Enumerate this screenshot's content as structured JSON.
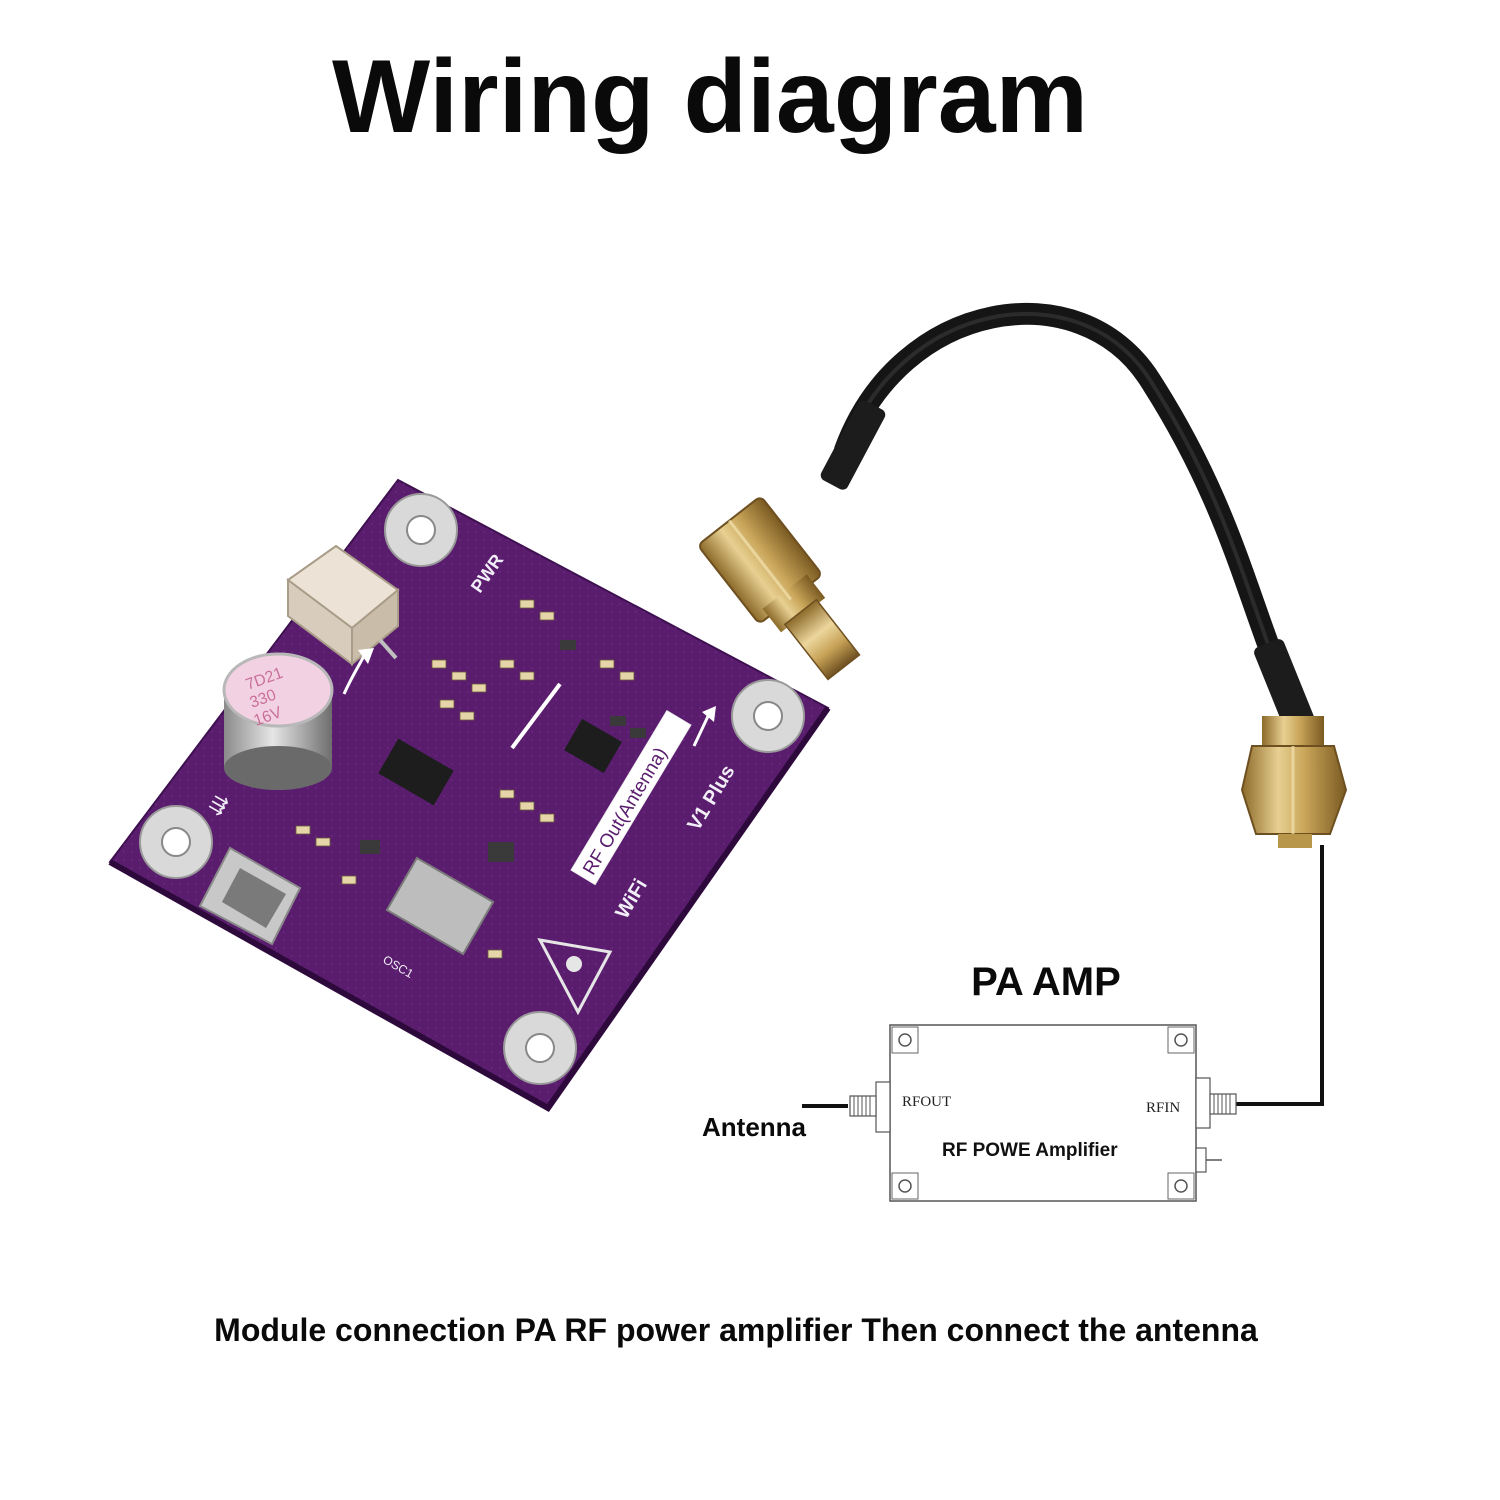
{
  "title": "Wiring diagram",
  "caption": "Module connection PA RF power amplifier Then connect the antenna",
  "amplifier": {
    "heading": "PA AMP",
    "rfout_label": "RFOUT",
    "rfin_label": "RFIN",
    "body_label": "RF POWE Amplifier"
  },
  "antenna_label": "Antenna",
  "board": {
    "color": "#5a1d6e",
    "silkscreen": {
      "pwr": "PWR",
      "rf_out": "RF Out(Antenna)",
      "version": "V1 Plus",
      "wifi": "WiFi",
      "osc": "OSC1",
      "capacitor_marking": [
        "7D21",
        "330",
        "16V"
      ]
    }
  },
  "colors": {
    "cable": "#1a1a1a",
    "connector_gold": "#c9a65a",
    "wire": "#111111"
  }
}
